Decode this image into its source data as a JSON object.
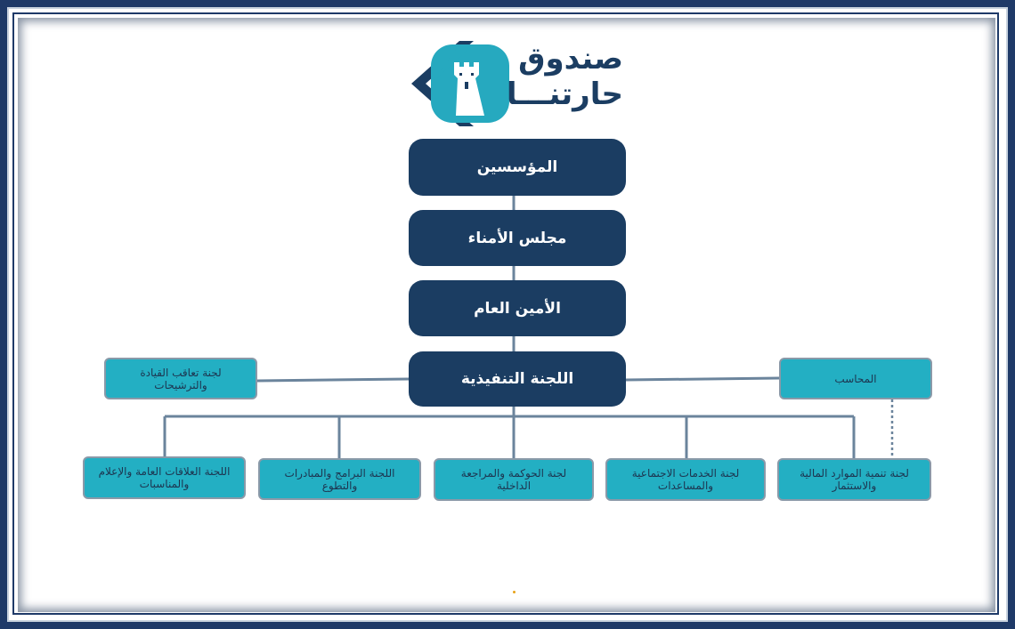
{
  "logo": {
    "name_line1": "صندوق",
    "name_line2": "حارتنـــا"
  },
  "chart": {
    "founders": "المؤسسين",
    "board": "مجلس الأمناء",
    "secretary_general": "الأمين العام",
    "executive_committee": "اللجنة التنفيذية",
    "succession_committee": "لجنة تعاقب القيادة والترشيحات",
    "accountant": "المحاسب",
    "subcommittees": [
      "لجنة تنمية الموارد المالية والاستثمار",
      "لجنة الخدمات الاجتماعية والمساعدات",
      "لجنة الحوكمة والمراجعة الداخلية",
      "اللجنة البرامج والمبادرات والتطوع",
      "اللجنة العلاقات العامة والإعلام والمناسبات"
    ]
  },
  "colors": {
    "frame": "#1f3a68",
    "dark_node": "#1b3d62",
    "teal_node": "#23afc3",
    "connector": "#6b849c"
  }
}
